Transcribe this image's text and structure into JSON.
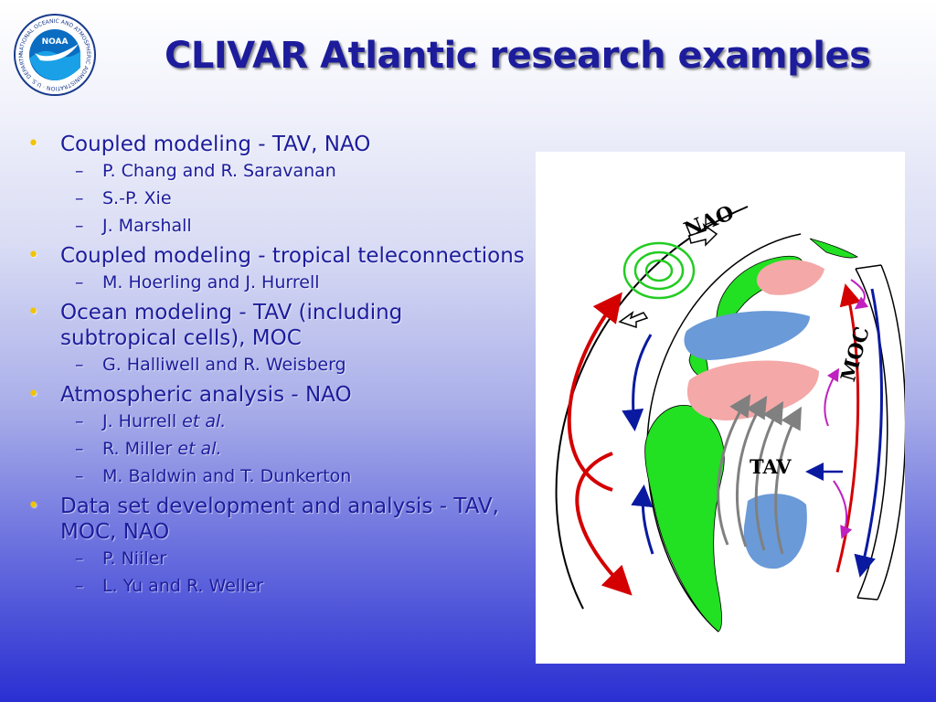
{
  "slide": {
    "title": "CLIVAR Atlantic research examples",
    "logo_text": "NOAA",
    "logo_ring_text": "NATIONAL OCEANIC AND ATMOSPHERIC ADMINISTRATION · U.S. DEPARTMENT OF COMMERCE"
  },
  "bullets": [
    {
      "text": "Coupled modeling - TAV, NAO",
      "subs": [
        {
          "text": "P. Chang and R. Saravanan"
        },
        {
          "text": "S.-P. Xie"
        },
        {
          "text": "J. Marshall"
        }
      ]
    },
    {
      "text": "Coupled modeling - tropical teleconnections",
      "subs": [
        {
          "text": "M. Hoerling and J. Hurrell"
        }
      ]
    },
    {
      "text": "Ocean modeling - TAV (including subtropical cells), MOC",
      "subs": [
        {
          "text": "G. Halliwell and R. Weisberg"
        }
      ]
    },
    {
      "text": "Atmospheric analysis - NAO",
      "subs": [
        {
          "text": "J. Hurrell ",
          "italic": "et al."
        },
        {
          "text": "R. Miller ",
          "italic": "et al."
        },
        {
          "text": "M. Baldwin and T. Dunkerton"
        }
      ]
    },
    {
      "text": "Data set development and analysis - TAV, MOC, NAO",
      "subs": [
        {
          "text": "P. Niiler"
        },
        {
          "text": "L. Yu and R. Weller"
        }
      ]
    }
  ],
  "figure": {
    "label_nao": "NAO",
    "label_moc": "MOC",
    "label_tav": "TAV"
  },
  "colors": {
    "title": "#1c1c9c",
    "bullet": "#f2c400",
    "warm": "#d40000",
    "cool": "#0a1aa0",
    "land": "#22e022",
    "pink": "#f4a8a8",
    "blue_patch": "#6a9ad8"
  }
}
